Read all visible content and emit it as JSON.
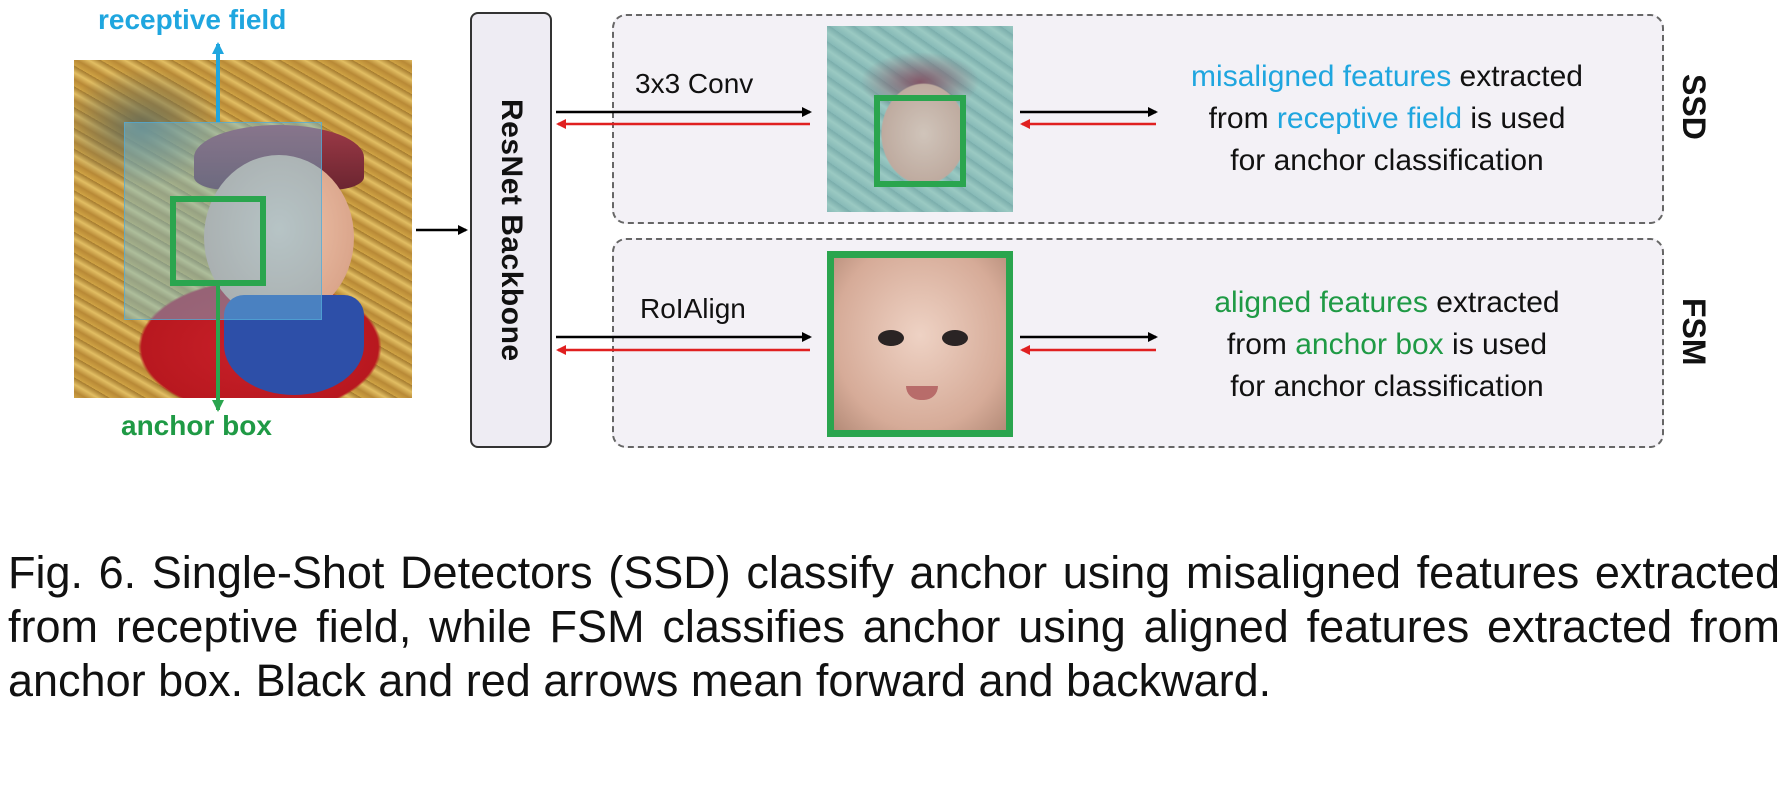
{
  "figure": {
    "receptive_field_label": "receptive field",
    "anchor_box_label": "anchor box",
    "backbone_label": "ResNet Backbone",
    "colors": {
      "receptive": "#1fa6df",
      "anchor": "#2aa54e",
      "forward": "#000000",
      "backward": "#e02020"
    },
    "branches": [
      {
        "side_label": "SSD",
        "op_label": "3x3 Conv",
        "description": {
          "line1_highlight": "misaligned features",
          "line1_rest": " extracted",
          "line2_prefix": "from ",
          "line2_highlight": "receptive field",
          "line2_suffix": " is used",
          "line3": "for anchor classification"
        }
      },
      {
        "side_label": "FSM",
        "op_label": "RoIAlign",
        "description": {
          "line1_highlight": "aligned features",
          "line1_rest": " extracted",
          "line2_prefix": "from ",
          "line2_highlight": "anchor box",
          "line2_suffix": " is used",
          "line3": "for anchor classification"
        }
      }
    ]
  },
  "caption": "Fig. 6. Single-Shot Detectors (SSD) classify anchor using misaligned features extracted from receptive field, while FSM classifies anchor using aligned features extracted from anchor box. Black and red arrows mean forward and backward."
}
